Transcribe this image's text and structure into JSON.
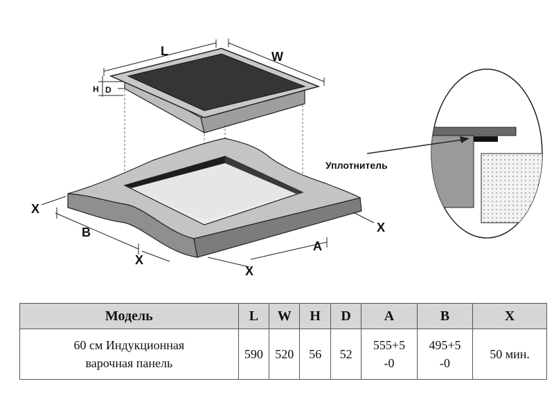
{
  "diagram": {
    "labels": {
      "length": "L",
      "width": "W",
      "height": "H",
      "depth": "D",
      "cutout_a": "A",
      "cutout_b": "B",
      "clearance": "X"
    },
    "seal_label": "Уплотнитель"
  },
  "specs_table": {
    "headers": [
      "Модель",
      "L",
      "W",
      "H",
      "D",
      "A",
      "B",
      "X"
    ],
    "rows": [
      {
        "model_line1": "60 см Индукционная",
        "model_line2": "варочная панель",
        "L": "590",
        "W": "520",
        "H": "56",
        "D": "52",
        "A_line1": "555+5",
        "A_line2": "-0",
        "B_line1": "495+5",
        "B_line2": "-0",
        "X": "50 мин."
      }
    ]
  }
}
